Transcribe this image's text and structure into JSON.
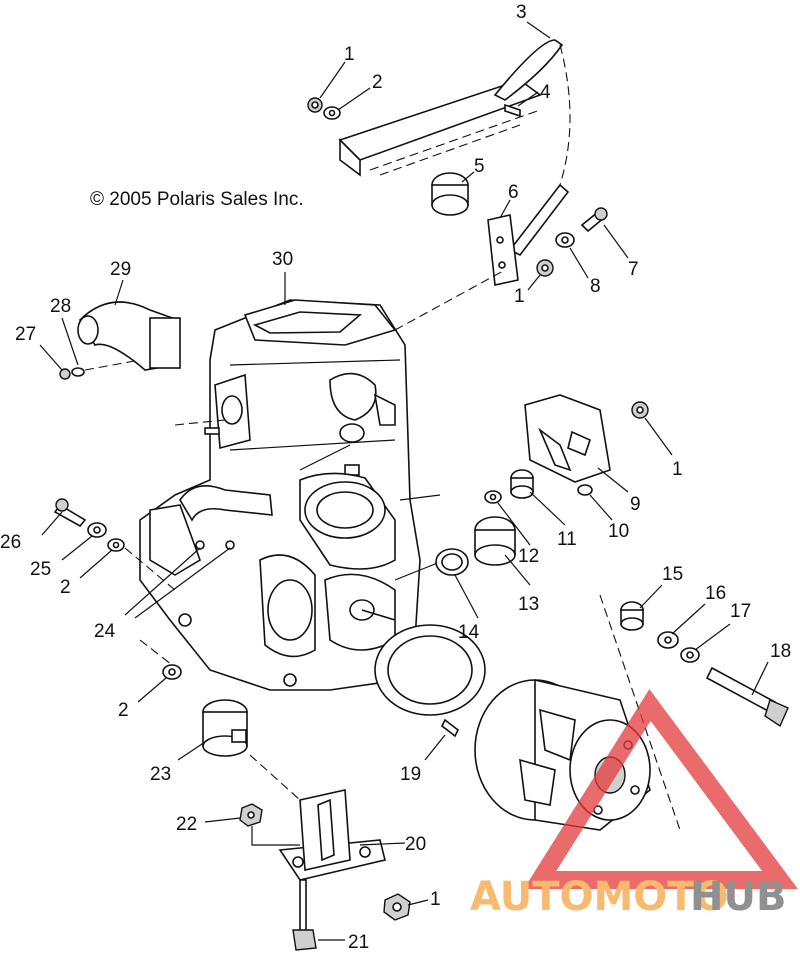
{
  "copyright": "© 2005 Polaris Sales Inc.",
  "watermark": {
    "part1": "AUTOMOTO",
    "part2": "HUB",
    "color1": "#f5a340",
    "color2": "#6b6b6b",
    "triangle_color": "#e23a3a"
  },
  "callouts": {
    "c1a": "1",
    "c2a": "2",
    "c3": "3",
    "c4": "4",
    "c5": "5",
    "c6": "6",
    "c7": "7",
    "c8": "8",
    "c1b": "1",
    "c29": "29",
    "c30": "30",
    "c28": "28",
    "c27": "27",
    "c1c": "1",
    "c9": "9",
    "c10": "10",
    "c11": "11",
    "c12": "12",
    "c13": "13",
    "c26": "26",
    "c25": "25",
    "c2b": "2",
    "c24": "24",
    "c14": "14",
    "c15": "15",
    "c16": "16",
    "c17": "17",
    "c18": "18",
    "c2c": "2",
    "c19": "19",
    "c23": "23",
    "c22": "22",
    "c20": "20",
    "c1d": "1",
    "c21": "21"
  }
}
